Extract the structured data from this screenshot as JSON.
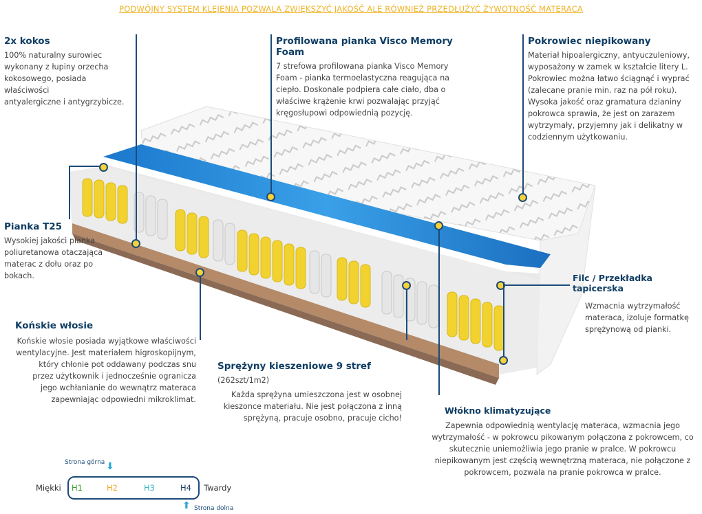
{
  "banner": "PODWÓJNY SYSTEM KLEJENIA POZWALA ZWIĘKSZYĆ JAKOŚĆ ALE RÓWNIEŻ PRZEDŁUŻYĆ ŻYWOTNOŚĆ MATERACA",
  "kokos": {
    "title": "2x kokos",
    "lines": [
      "100% naturalny surowiec",
      "wykonany z łupiny orzecha",
      "kokosowego, posiada właściwości",
      "antyalergiczne i antygrzybicze."
    ]
  },
  "visco": {
    "title": "Profilowana pianka Visco Memory Foam",
    "lines": [
      "7 strefowa profilowana pianka Visco Memory",
      "Foam - pianka termoelastyczna reagująca na",
      "ciepło.  Doskonale podpiera całe ciało, dba o",
      "właściwe krążenie krwi pozwalając przyjąć",
      "kręgosłupowi odpowiednią pozycję."
    ]
  },
  "pokrowiec": {
    "title": "Pokrowiec  niepikowany",
    "lines": [
      "Materiał hipoalergiczny, antyuczuleniowy,",
      "wyposażony w zamek w kształcie litery L.",
      "Pokrowiec można łatwo ściągnąć i wyprać",
      "(zalecane pranie min.  raz na pół roku).",
      "Wysoka jakość oraz gramatura dzianiny",
      "pokrowca sprawia, że jest on zarazem",
      "wytrzymały, przyjemny jak i delikatny w",
      "codziennym użytkowaniu."
    ]
  },
  "pianka": {
    "title": "Pianka T25",
    "lines": [
      "Wysokiej jakości pianka",
      "poliuretanowa otaczająca",
      "materac z dołu oraz po",
      "bokach."
    ]
  },
  "filc": {
    "title": "Filc / Przekładka tapicerska",
    "lines": [
      "Wzmacnia wytrzymałość",
      "materaca, izoluje formatkę",
      "sprężynową od pianki."
    ]
  },
  "konskie": {
    "title": "Końskie włosie",
    "lines": [
      "Końskie włosie posiada wyjątkowe właściwości",
      "wentylacyjne. Jest materiałem higroskopijnym,",
      "który chłonie pot oddawany podczas snu",
      "przez użytkownik i jednocześnie ogranicza",
      "jego wchłanianie do wewnątrz materaca",
      "zapewniając odpowiedni mikroklimat."
    ]
  },
  "sprezyny": {
    "title": "Sprężyny kieszeniowe 9 stref",
    "title_suffix": " (262szt/1m2)",
    "lines": [
      "Każda sprężyna umieszczona jest w osobnej",
      "kieszonce materiału. Nie jest połączona z inną",
      "sprężyną, pracuje osobno, pracuje cicho!"
    ]
  },
  "wlokno": {
    "title": "Włókno klimatyzujące",
    "lines": [
      "Zapewnia odpowiednią wentylację materaca, wzmacnia jego",
      "wytrzymałość - w pokrowcu pikowanym połączona z pokrowcem, co",
      "skutecznie uniemożliwia jego pranie w pralce. W pokrowcu",
      "niepikowanym jest częścią wewnętrzną materaca, nie połączone z",
      "pokrowcem, pozwala na pranie pokrowca w pralce."
    ]
  },
  "legend": {
    "top_label": "Strona górna",
    "bottom_label": "Strona dolna",
    "left": "Miękki",
    "right": "Twardy",
    "levels": [
      {
        "label": "H1",
        "color": "#3a9a2a"
      },
      {
        "label": "H2",
        "color": "#f0a92a"
      },
      {
        "label": "H3",
        "color": "#3ab8c8"
      },
      {
        "label": "H4",
        "color": "#1c3a5a"
      }
    ]
  },
  "colors": {
    "accent": "#1c4a78",
    "banner": "#f0b429",
    "spring_yellow": "#f2d22e",
    "visco_blue": "#1a7fd0"
  }
}
